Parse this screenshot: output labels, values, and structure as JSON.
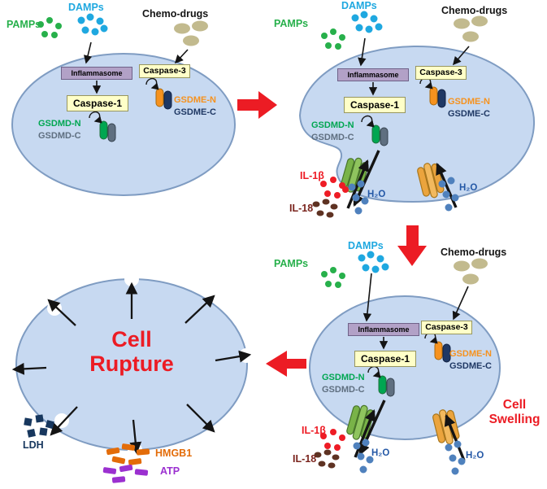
{
  "labels": {
    "pamps": "PAMPs",
    "damps": "DAMPs",
    "chemo_drugs": "Chemo-drugs",
    "inflammasome": "Inflammasome",
    "caspase_1": "Caspase-1",
    "caspase_3": "Caspase-3",
    "gsdmd_n": "GSDMD-N",
    "gsdmd_c": "GSDMD-C",
    "gsdme_n": "GSDME-N",
    "gsdme_c": "GSDME-C",
    "il_1b": "IL-1β",
    "il_18": "IL-18",
    "h2o": "H₂O",
    "cell_swelling_line1": "Cell",
    "cell_swelling_line2": "Swelling",
    "cell_rupture_line1": "Cell",
    "cell_rupture_line2": "Rupture",
    "ldh": "LDH",
    "hmgb1": "HMGB1",
    "atp": "ATP"
  },
  "colors": {
    "cell_fill": "#c7d9f1",
    "cell_border": "#7f9cc2",
    "pamps_green": "#27b04b",
    "damps_blue": "#1fa8e0",
    "chemo_tan": "#c2ba8e",
    "inflammasome_purple": "#b2a1c7",
    "caspase_yellow": "#ffffc8",
    "gsdmd_n_green": "#00a651",
    "gsdmd_c_slate": "#5f6f80",
    "gsdme_n_orange": "#f6921e",
    "gsdme_c_navy": "#1f3864",
    "il1b_red": "#ee1c25",
    "il18_maroon": "#7a241d",
    "il18_dot": "#5e3222",
    "water_blue": "#4f81bd",
    "h2o_blue": "#2458a6",
    "pore_green": "#79b348",
    "pore_orange": "#eba43d",
    "red_accent": "#ec1c24",
    "ldh_navy": "#17375e",
    "hmgb1_orange": "#e36c09",
    "atp_purple": "#9b30d0"
  }
}
